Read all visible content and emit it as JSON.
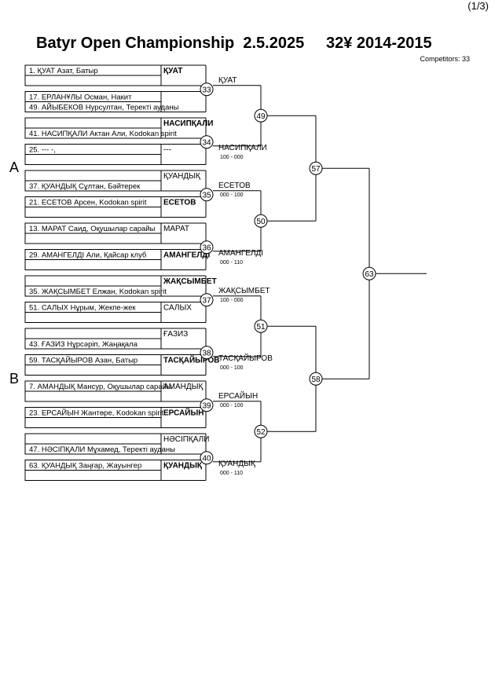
{
  "page": "(1/3)",
  "title": "Batyr Open Championship  2.5.2025     32¥ 2014-2015",
  "competitors": "Competitors: 33",
  "sections": [
    "A",
    "B"
  ],
  "round1": [
    {
      "top": "1. ҚУАТ Азат, Батыр",
      "bottom": "",
      "winner": "ҚУАТ",
      "bold": true
    },
    {
      "top": "17. ЕРЛАНҰЛЫ Осман, Накит",
      "bottom": "49. АЙЫБЕКОВ Нурсултан, Теректі ауданы",
      "winner": "",
      "bold": false
    },
    {
      "top": "",
      "bottom": "41. НАСИПҚАЛИ Актан Али, Kodokan spirit",
      "winner": "НАСИПҚАЛИ",
      "bold": true
    },
    {
      "top": "25. --- -,",
      "bottom": "",
      "winner": "---",
      "bold": false
    },
    {
      "top": "",
      "bottom": "37. ҚУАНДЫҚ Сұлтан, Бәйтерек",
      "winner": "ҚУАНДЫҚ",
      "bold": false
    },
    {
      "top": "21. ЕСЕТОВ Арсен, Kodokan spirit",
      "bottom": "",
      "winner": "ЕСЕТОВ",
      "bold": true
    },
    {
      "top": "13. МАРАТ Саид, Оқушылар сарайы",
      "bottom": "",
      "winner": "МАРАТ",
      "bold": false
    },
    {
      "top": "29. АМАНГЕЛДІ Али, Қайсар клуб",
      "bottom": "",
      "winner": "АМАНГЕЛДІ",
      "bold": true
    },
    {
      "top": "",
      "bottom": "35. ЖАҚСЫМБЕТ Елжан, Kodokan spirit",
      "winner": "ЖАҚСЫМБЕТ",
      "bold": true
    },
    {
      "top": "51. САЛЫХ Нұрым, Жекпе-жек",
      "bottom": "",
      "winner": "САЛЫХ",
      "bold": false
    },
    {
      "top": "",
      "bottom": "43. ҒАЗИЗ Нұрсәріп, Жаңақала",
      "winner": "ҒАЗИЗ",
      "bold": false
    },
    {
      "top": "59. ТАСҚАЙЫРОВ Азан, Батыр",
      "bottom": "",
      "winner": "ТАСҚАЙЫРОВ",
      "bold": true
    },
    {
      "top": "7. АМАНДЫҚ Мансур, Оқушылар сарайы",
      "bottom": "",
      "winner": "АМАНДЫҚ",
      "bold": false
    },
    {
      "top": "23. ЕРСАЙЫН Жантөре, Kodokan spirit",
      "bottom": "",
      "winner": "ЕРСАЙЫН",
      "bold": true
    },
    {
      "top": "",
      "bottom": "47. НӘСІПҚАЛИ Мұхамед, Теректі ауданы",
      "winner": "НӘСІПҚАЛИ",
      "bold": false
    },
    {
      "top": "63. ҚУАНДЫҚ Заңғар, Жауынгер",
      "bottom": "",
      "winner": "ҚУАНДЫҚ",
      "bold": true
    }
  ],
  "round2": [
    {
      "match": "33",
      "winner": "ҚУАТ",
      "score": ""
    },
    {
      "match": "34",
      "winner": "НАСИПҚАЛИ",
      "score": "100 - 000"
    },
    {
      "match": "35",
      "winner": "ЕСЕТОВ",
      "score": "000 - 100"
    },
    {
      "match": "36",
      "winner": "АМАНГЕЛДІ",
      "score": "000 - 110"
    },
    {
      "match": "37",
      "winner": "ЖАҚСЫМБЕТ",
      "score": "100 - 000"
    },
    {
      "match": "38",
      "winner": "ТАСҚАЙЫРОВ",
      "score": "000 - 100"
    },
    {
      "match": "39",
      "winner": "ЕРСАЙЫН",
      "score": "000 - 100"
    },
    {
      "match": "40",
      "winner": "ҚУАНДЫҚ",
      "score": "000 - 110"
    }
  ],
  "round3": [
    "49",
    "50",
    "51",
    "52"
  ],
  "round4": [
    "57",
    "58"
  ],
  "final": "63"
}
